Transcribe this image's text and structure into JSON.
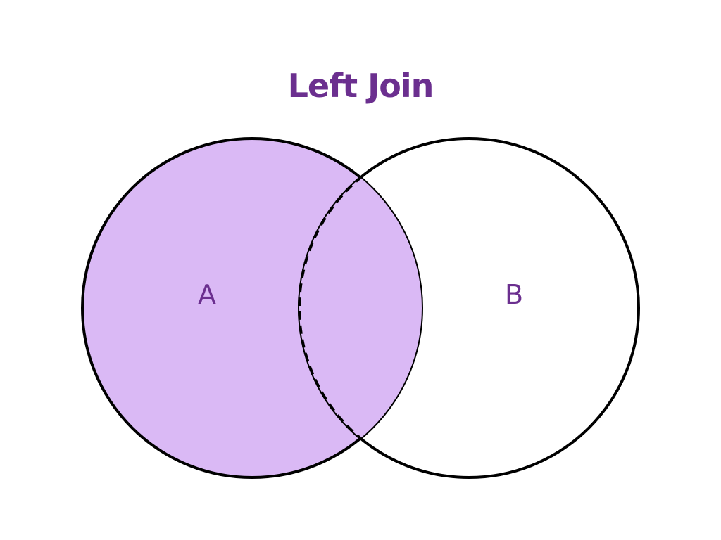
{
  "title": "Left Join",
  "sets": {
    "a_label": "A",
    "b_label": "B"
  },
  "colors": {
    "accent": "#6b2f8f",
    "fill": "#dab9f5",
    "stroke": "#000000",
    "background": "#ffffff"
  }
}
